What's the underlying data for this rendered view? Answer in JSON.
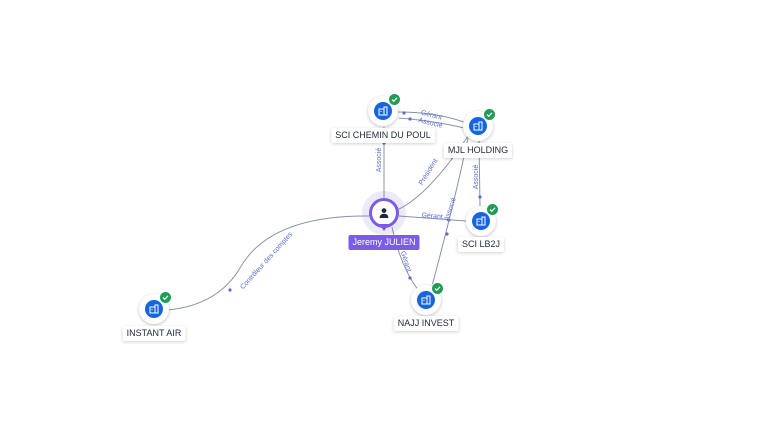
{
  "center": {
    "name": "Jeremy JULIEN",
    "icon": "person-icon",
    "accent": "#7b5ce6"
  },
  "companies": [
    {
      "key": "sci-chemin-du-poul",
      "name": "SCI CHEMIN DU POUL",
      "icon": "building-icon",
      "status_icon": "check-icon"
    },
    {
      "key": "mjl-holding",
      "name": "MJL HOLDING",
      "icon": "building-icon",
      "status_icon": "check-icon"
    },
    {
      "key": "sci-lb2j",
      "name": "SCI LB2J",
      "icon": "building-icon",
      "status_icon": "check-icon"
    },
    {
      "key": "najj-invest",
      "name": "NAJJ INVEST",
      "icon": "building-icon",
      "status_icon": "check-icon"
    },
    {
      "key": "instant-air",
      "name": "INSTANT AIR",
      "icon": "building-icon",
      "status_icon": "check-icon"
    }
  ],
  "relations": [
    {
      "label": "Associé"
    },
    {
      "label": "Président"
    },
    {
      "label": "Gérant"
    },
    {
      "label": "Gérant"
    },
    {
      "label": "Contrôleur des comptes"
    },
    {
      "label": "Gérant"
    },
    {
      "label": "Associé"
    },
    {
      "label": "Associé"
    },
    {
      "label": "Associé"
    }
  ],
  "colors": {
    "company_icon": "#1565e0",
    "verified_badge": "#1f9d57",
    "edge": "#8a93a6",
    "edge_label": "#5b6cd8"
  }
}
